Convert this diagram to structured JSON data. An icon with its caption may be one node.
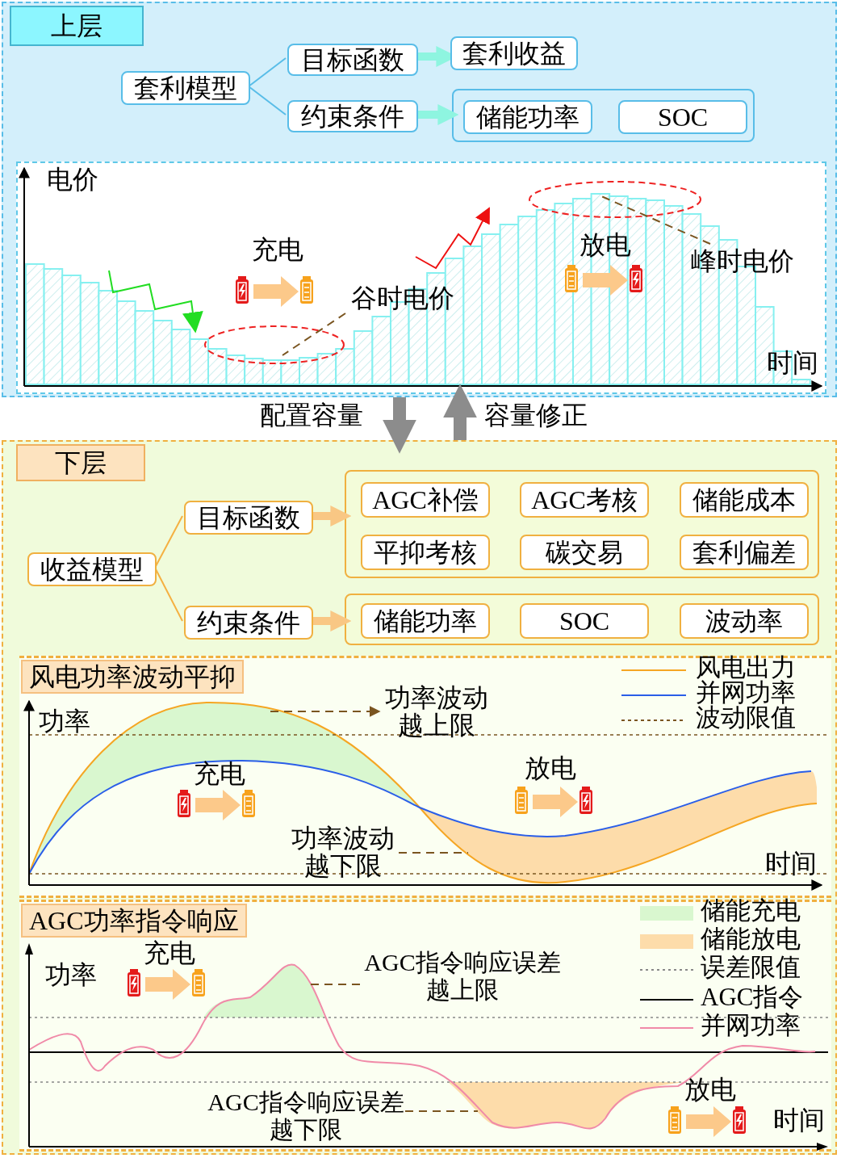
{
  "diagram": {
    "nodes": [
      {
        "text": [
          "上层"
        ]
      },
      {
        "text": [
          "套利模型"
        ],
        "in": 0
      },
      {
        "text": [
          "目标函数"
        ],
        "in": 0
      },
      {
        "text": [
          "套利收益"
        ],
        "in": 0
      },
      {
        "text": [
          "约束条件"
        ],
        "in": 0
      },
      {
        "text": [],
        "shape": "box",
        "in": 0
      },
      {
        "text": [
          "储能功率"
        ],
        "in": 5
      },
      {
        "text": [
          "SOC"
        ],
        "in": 5
      },
      {
        "text": [],
        "shape": "box",
        "in": 0
      },
      {
        "text": [
          "下层"
        ]
      },
      {
        "text": [
          "收益模型"
        ],
        "in": 9
      },
      {
        "text": [
          "目标函数"
        ],
        "in": 9
      },
      {
        "text": [],
        "shape": "box",
        "in": 9
      },
      {
        "text": [
          "AGC补偿"
        ],
        "in": 12
      },
      {
        "text": [
          "AGC考核"
        ],
        "in": 12
      },
      {
        "text": [
          "储能成本"
        ],
        "in": 12
      },
      {
        "text": [
          "平抑考核"
        ],
        "in": 12
      },
      {
        "text": [
          "碳交易"
        ],
        "in": 12
      },
      {
        "text": [
          "套利偏差"
        ],
        "in": 12
      },
      {
        "text": [
          "约束条件"
        ],
        "in": 9
      },
      {
        "text": [],
        "shape": "box",
        "in": 9
      },
      {
        "text": [
          "储能功率"
        ],
        "in": 20
      },
      {
        "text": [
          "SOC"
        ],
        "in": 20
      },
      {
        "text": [
          "波动率"
        ],
        "in": 20
      },
      {
        "text": [
          "风电功率波动平抑"
        ],
        "in": 9
      },
      {
        "text": [
          "AGC功率指令响应"
        ],
        "in": 9
      },
      {
        "text": [
          "谷时电价"
        ],
        "in": 8
      },
      {
        "text": [
          "峰时电价"
        ],
        "in": 8
      },
      {
        "text": [
          "功率波动越上限"
        ],
        "in": 24
      },
      {
        "text": [
          "功率波动越下限"
        ],
        "in": 24
      },
      {
        "text": [
          "AGC指令响应误差越上限"
        ],
        "in": 25
      },
      {
        "text": [
          "AGC指令响应误差越下限"
        ],
        "in": 25
      }
    ],
    "edges": [
      {
        "from": 1,
        "to": 2,
        "arrow": "none",
        "color": "#58bde8"
      },
      {
        "from": 1,
        "to": 4,
        "arrow": "none",
        "color": "#58bde8"
      },
      {
        "from": 2,
        "to": 3,
        "arrow": "to",
        "style": "thick",
        "color": "#8ef5e0"
      },
      {
        "from": 4,
        "to": 5,
        "arrow": "to",
        "style": "thick",
        "color": "#8ef5e0"
      },
      {
        "from": 0,
        "to": 9,
        "arrow": "to",
        "style": "thick",
        "color": "#8c8c8c",
        "label": "配置容量"
      },
      {
        "from": 9,
        "to": 0,
        "arrow": "to",
        "style": "thick",
        "color": "#8c8c8c",
        "label": "容量修正"
      },
      {
        "from": 10,
        "to": 11,
        "arrow": "none",
        "color": "#f5b041"
      },
      {
        "from": 10,
        "to": 19,
        "arrow": "none",
        "color": "#f5b041"
      },
      {
        "from": 11,
        "to": 12,
        "arrow": "to",
        "style": "thick",
        "color": "#f9c784"
      },
      {
        "from": 19,
        "to": 20,
        "arrow": "to",
        "style": "thick",
        "color": "#f9c784"
      },
      {
        "from": 26,
        "to": null,
        "arrow": "none",
        "style": "dashed"
      },
      {
        "from": 27,
        "to": null,
        "arrow": "none",
        "style": "dashed"
      },
      {
        "from": null,
        "to": 28,
        "arrow": "to",
        "style": "dashed"
      },
      {
        "from": 29,
        "to": null,
        "arrow": "none",
        "style": "dashed"
      },
      {
        "from": 30,
        "to": null,
        "arrow": "none",
        "style": "dashed"
      },
      {
        "from": 31,
        "to": null,
        "arrow": "none",
        "style": "dashed"
      }
    ],
    "labels": [
      "电价",
      "充电",
      "放电",
      "时间",
      "功率",
      "充电",
      "放电",
      "时间",
      "功率",
      "充电",
      "放电",
      "时间"
    ],
    "legend": [
      {
        "text": "风电出力"
      },
      {
        "text": "并网功率"
      },
      {
        "text": "波动限值"
      },
      {
        "text": "储能充电",
        "color": "#d9f7cf"
      },
      {
        "text": "储能放电",
        "color": "#fddcaa"
      },
      {
        "text": "误差限值"
      },
      {
        "text": "AGC指令"
      },
      {
        "text": "并网功率"
      }
    ]
  }
}
